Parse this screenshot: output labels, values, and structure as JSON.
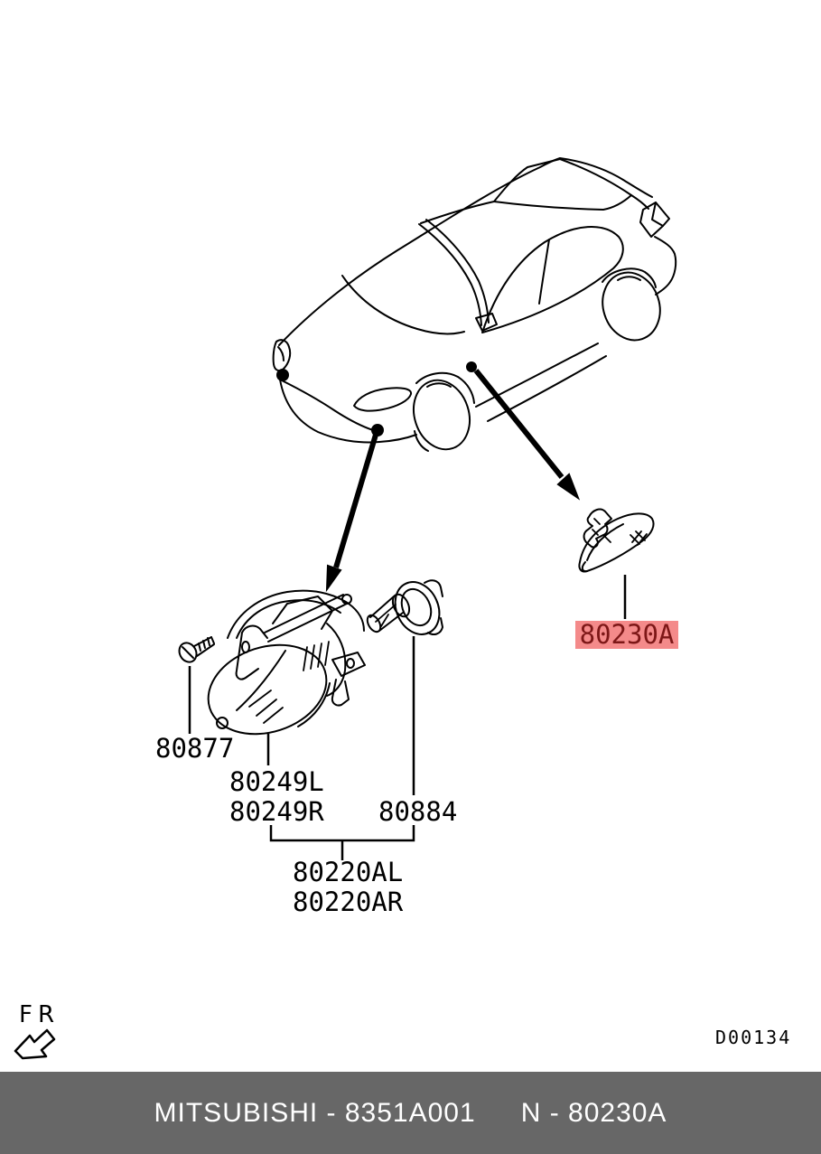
{
  "diagram": {
    "labels": {
      "screw": "80877",
      "fog_left": "80249L",
      "fog_right": "80249R",
      "bulb": "80884",
      "assy_left": "80220AL",
      "assy_right": "80220AR"
    },
    "highlight": {
      "label": "80230A"
    },
    "fr_label": "FR",
    "drawing_code": "D00134"
  },
  "footer": {
    "left_text": "MITSUBISHI - 8351A001",
    "right_text": "N - 80230A"
  },
  "colors": {
    "highlight_bg": "#f48a8a",
    "highlight_text": "#7d1717",
    "footer_bg": "#676767",
    "footer_text": "#ffffff"
  }
}
